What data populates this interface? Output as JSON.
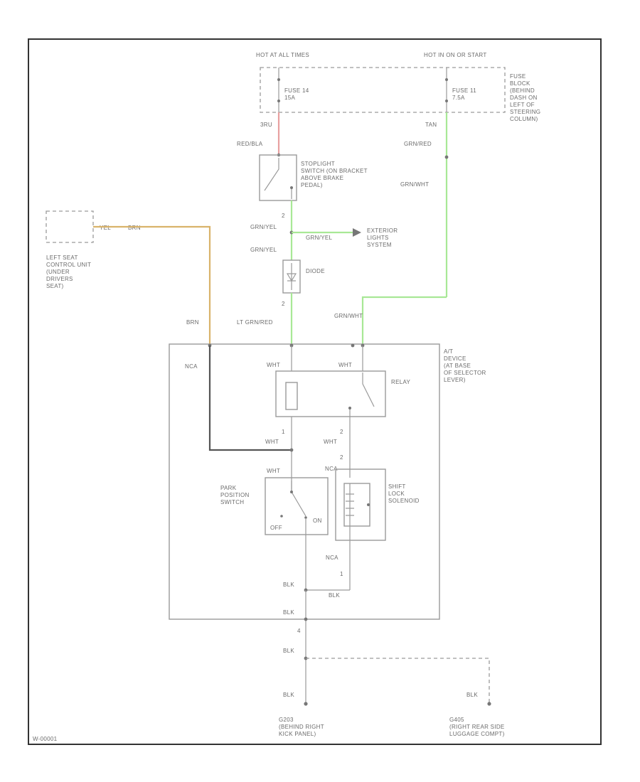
{
  "colors": {
    "frame": "#333333",
    "red_wire": "#e8a0a0",
    "green_wire": "#a8e896",
    "brown_wire": "#d9b36b",
    "black_wire": "#555555",
    "gray_wire": "#9a9a9a"
  },
  "labels": {
    "hot_at_all_times": "HOT AT ALL TIMES",
    "hot_in_on": "HOT IN ON OR START",
    "fuse_block_desc": [
      "FUSE",
      "BLOCK",
      "(BEHIND",
      "DASH ON",
      "LEFT OF",
      "STEERING",
      "COLUMN)"
    ],
    "fuse14": [
      "FUSE 14",
      "15A"
    ],
    "fuse11": [
      "FUSE 11",
      "7.5A"
    ],
    "pin_1_red": "3RU",
    "pin_tan": "TAN",
    "red_bla": "RED/BLA",
    "grn_red_top": "GRN/RED",
    "stoplight_desc": [
      "STOPLIGHT",
      "SWITCH (ON BRACKET",
      "ABOVE BRAKE",
      "PEDAL)"
    ],
    "grn_wht_vert": "GRN/WHT",
    "pin_2_stop": "2",
    "grn_yel_1": "GRN/YEL",
    "grn_yel_2": "GRN/YEL",
    "grn_yel_3": "GRN/YEL",
    "exterior_desc": [
      "EXTERIOR",
      "LIGHTS",
      "SYSTEM"
    ],
    "diode": "DIODE",
    "pin_2_diode": "2",
    "lt_grn_red": "LT GRN/RED",
    "grn_wht_conn": "GRN/WHT",
    "brn": "BRN",
    "left_seat_desc": [
      "LEFT SEAT",
      "CONTROL UNIT",
      "(UNDER",
      "DRIVERS",
      "SEAT)"
    ],
    "yel_pin": "YEL",
    "brn_pin": "BRN",
    "nca_top": "NCA",
    "wht_1": "WHT",
    "wht_2": "WHT",
    "relay": "RELAY",
    "at_device_desc": [
      "A/T",
      "DEVICE",
      "(AT BASE",
      "OF SELECTOR",
      "LEVER)"
    ],
    "pin_1_relay": "1",
    "wht_3": "WHT",
    "pin_2_relay": "2",
    "wht_4": "WHT",
    "pin_2_sol": "2",
    "nca_sol": "NCA",
    "wht_5": "WHT",
    "park_desc": [
      "PARK",
      "POSITION",
      "SWITCH"
    ],
    "off": "OFF",
    "on": "ON",
    "shift_desc": [
      "SHIFT",
      "LOCK",
      "SOLENOID"
    ],
    "nca_bottom": "NCA",
    "pin_1_sol": "1",
    "blk_1": "BLK",
    "blk_2": "BLK",
    "blk_3": "BLK",
    "pin_4": "4",
    "blk_4": "BLK",
    "blk_5": "BLK",
    "blk_6": "BLK",
    "g203_desc": [
      "G203",
      "(BEHIND RIGHT",
      "KICK PANEL)"
    ],
    "g405_desc": [
      "G405",
      "(RIGHT REAR SIDE",
      "LUGGAGE COMPT)"
    ],
    "figure_code": "W-00001"
  }
}
